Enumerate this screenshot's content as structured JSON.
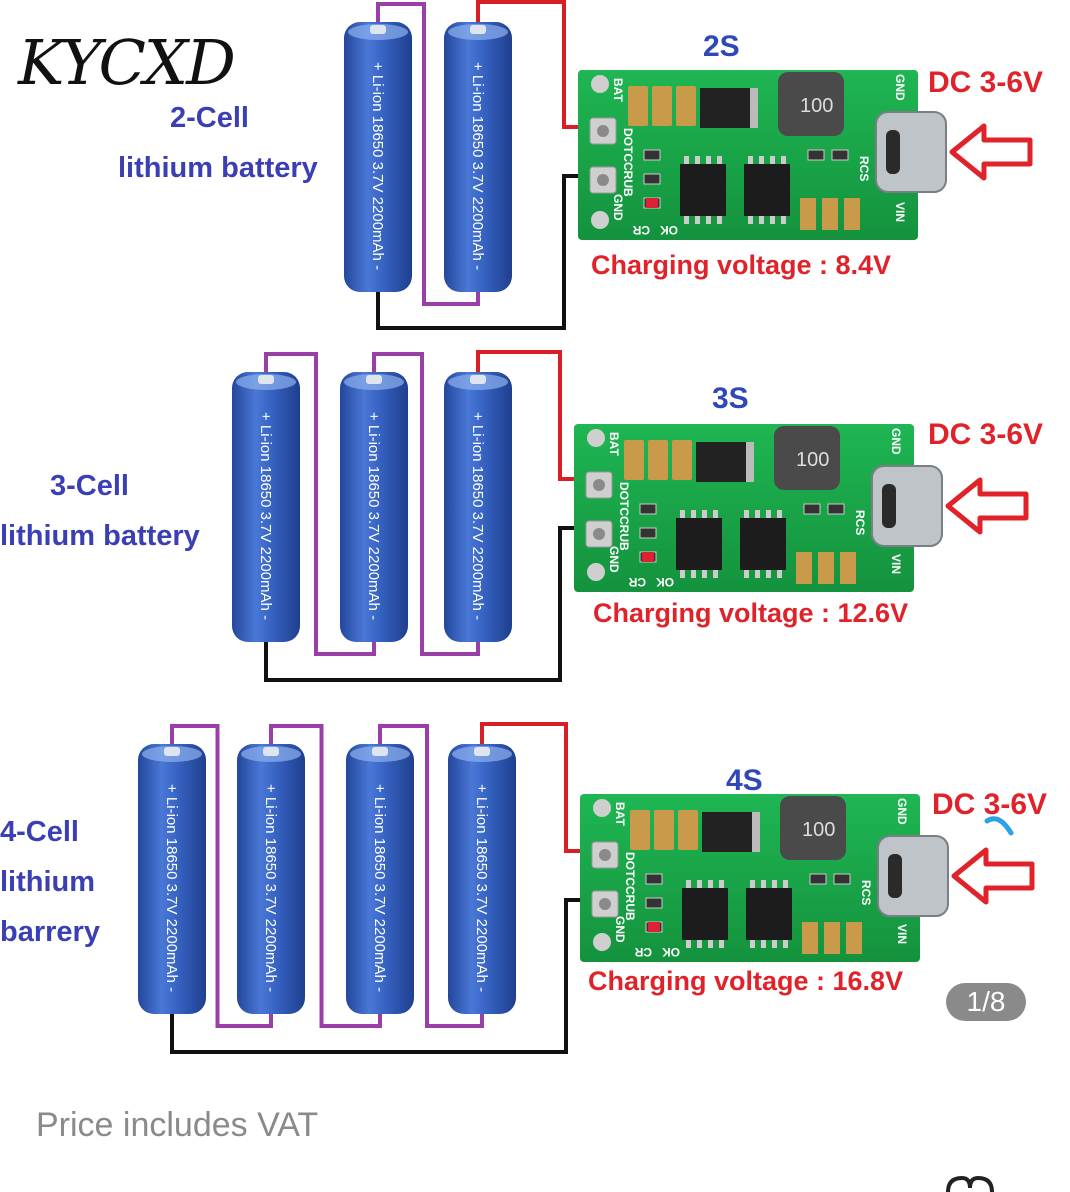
{
  "logo_text": "KYCXD",
  "rows": [
    {
      "id": "2s",
      "cell_label_lines": [
        "2-Cell",
        "lithium battery"
      ],
      "series_tag": "2S",
      "dc_input": "DC 3-6V",
      "charging_voltage": "Charging voltage : 8.4V",
      "cells": 2
    },
    {
      "id": "3s",
      "cell_label_lines": [
        "3-Cell",
        "lithium battery"
      ],
      "series_tag": "3S",
      "dc_input": "DC 3-6V",
      "charging_voltage": "Charging voltage : 12.6V",
      "cells": 3
    },
    {
      "id": "4s",
      "cell_label_lines": [
        "4-Cell",
        "lithium",
        "barrery"
      ],
      "series_tag": "4S",
      "dc_input": "DC 3-6V",
      "charging_voltage": "Charging voltage : 16.8V",
      "cells": 4
    }
  ],
  "battery_text": "+ Li-ion 18650 3.7V 2200mAh -",
  "board": {
    "pin_bat": "BAT",
    "pin_gnd": "GND",
    "pin_vin": "VIN",
    "silk_id": "DOTCCRUB",
    "silk_rcs": "RCS",
    "led_cr": "CR",
    "led_ok": "OK",
    "inductor": "100"
  },
  "gallery_counter": "1/8",
  "price_note": "Price includes VAT",
  "colors": {
    "label_blue": "#3b3fb5",
    "warning_red": "#e0232a",
    "battery_blue": "#2f56b3",
    "pcb_green": "#19a84a",
    "wire_purple": "#9b3fa8"
  }
}
